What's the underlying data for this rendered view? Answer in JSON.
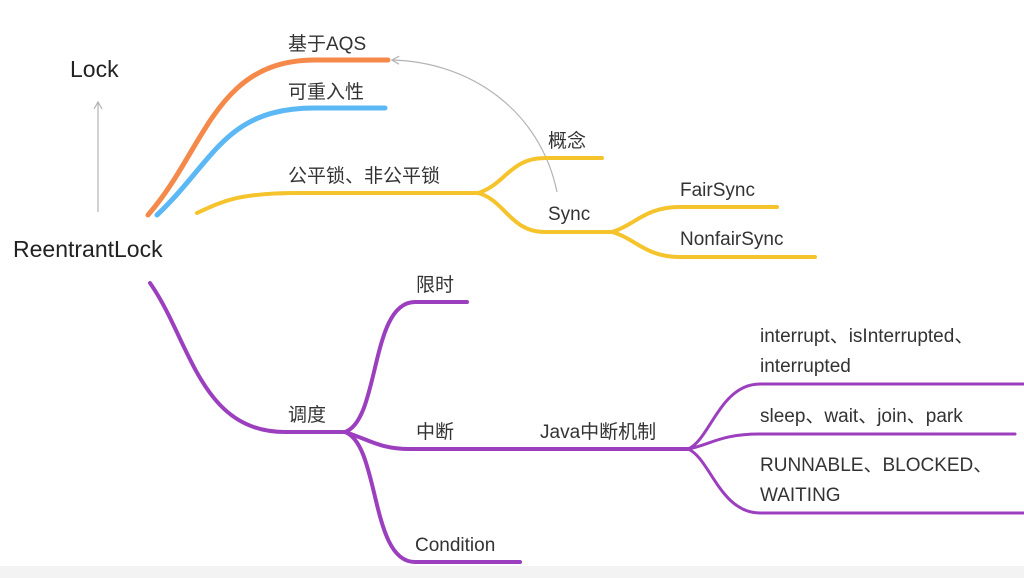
{
  "root": {
    "label": "ReentrantLock"
  },
  "parent": {
    "label": "Lock"
  },
  "branches": {
    "aqs": {
      "label": "基于AQS",
      "color": "#f4894a"
    },
    "reentrant": {
      "label": "可重入性",
      "color": "#5bb8f5"
    },
    "fairness": {
      "label": "公平锁、非公平锁",
      "color": "#f5c32c",
      "children": {
        "concept": {
          "label": "概念"
        },
        "sync": {
          "label": "Sync",
          "children": {
            "fair": "FairSync",
            "nonfair": "NonfairSync"
          }
        }
      }
    },
    "scheduling": {
      "label": "调度",
      "color": "#9b3fbf",
      "children": {
        "timed": {
          "label": "限时"
        },
        "interrupt": {
          "label": "中断",
          "mechanism": {
            "label": "Java中断机制",
            "items": [
              "interrupt、isInterrupted、interrupted",
              "sleep、wait、join、park",
              "RUNNABLE、BLOCKED、WAITING"
            ]
          }
        },
        "condition": {
          "label": "Condition"
        }
      }
    }
  },
  "connector_color": "#b3b3b3"
}
